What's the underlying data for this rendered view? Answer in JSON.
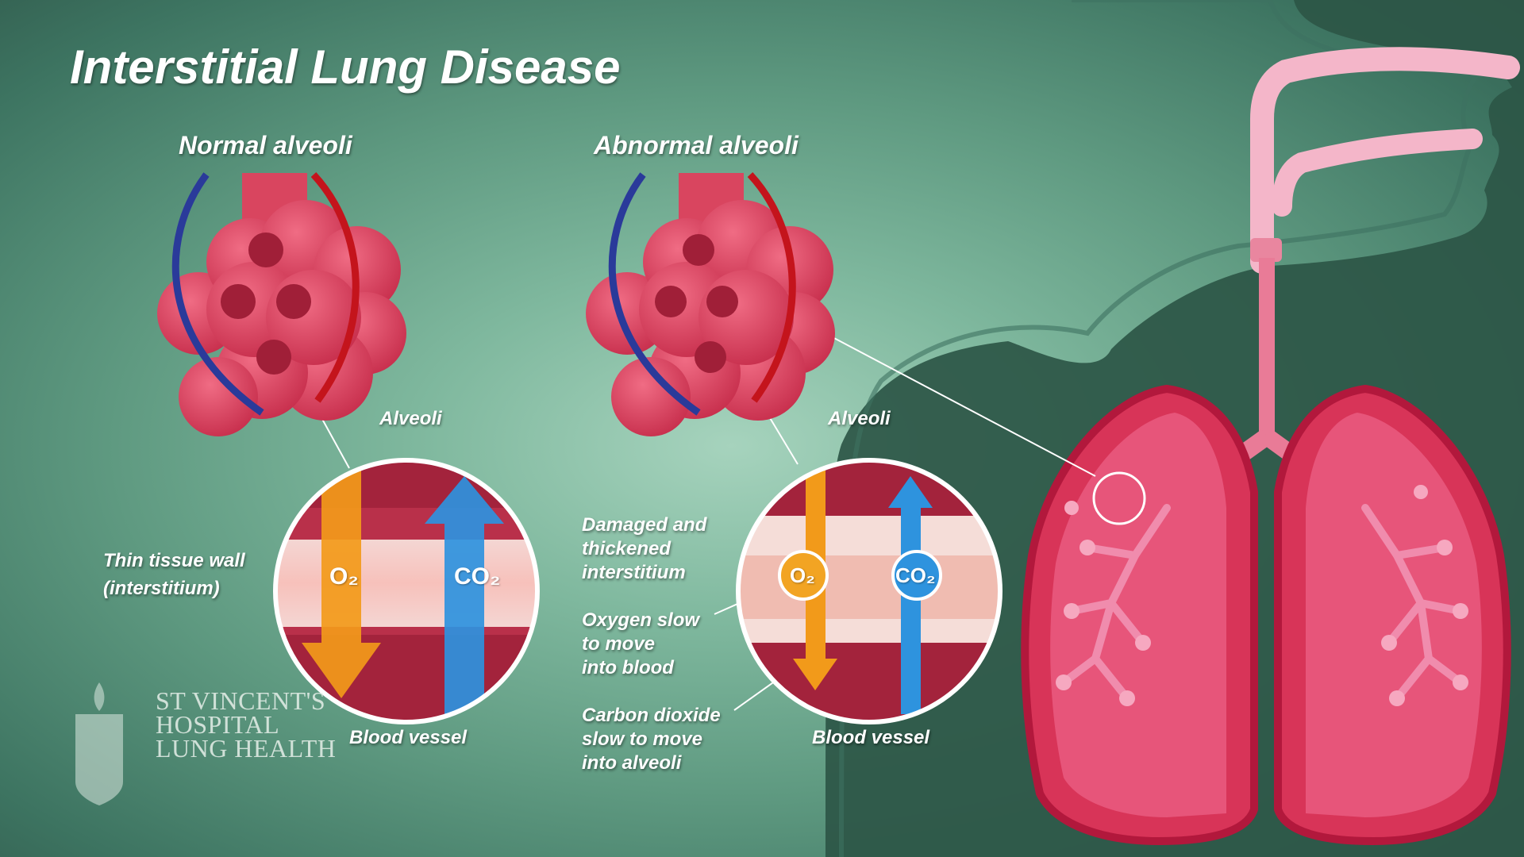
{
  "title": "Interstitial Lung Disease",
  "normal": {
    "heading": "Normal alveoli",
    "alveoli_label": "Alveoli",
    "wall_label_1": "Thin tissue wall",
    "wall_label_2": "(interstitium)",
    "vessel_label": "Blood vessel",
    "o2": "O₂",
    "co2": "CO₂"
  },
  "abnormal": {
    "heading": "Abnormal alveoli",
    "alveoli_label": "Alveoli",
    "damaged_1": "Damaged and",
    "damaged_2": "thickened",
    "damaged_3": "interstitium",
    "oxygen_1": "Oxygen slow",
    "oxygen_2": "to move",
    "oxygen_3": "into blood",
    "co2_1": "Carbon dioxide",
    "co2_2": "slow to move",
    "co2_3": "into alveoli",
    "vessel_label": "Blood vessel",
    "o2": "O₂",
    "co2": "CO₂"
  },
  "logo": {
    "line1": "ST VINCENT'S",
    "line2": "HOSPITAL",
    "line3": "LUNG HEALTH"
  },
  "colors": {
    "background": "#6fab90",
    "tissue": "#d8405c",
    "vein": "#2a3a9a",
    "artery": "#c4141c",
    "oxygen_arrow": "#f29a1a",
    "co2_arrow": "#2e93de",
    "airway": "#f4b6c9",
    "silhouette": "#2c5647"
  }
}
